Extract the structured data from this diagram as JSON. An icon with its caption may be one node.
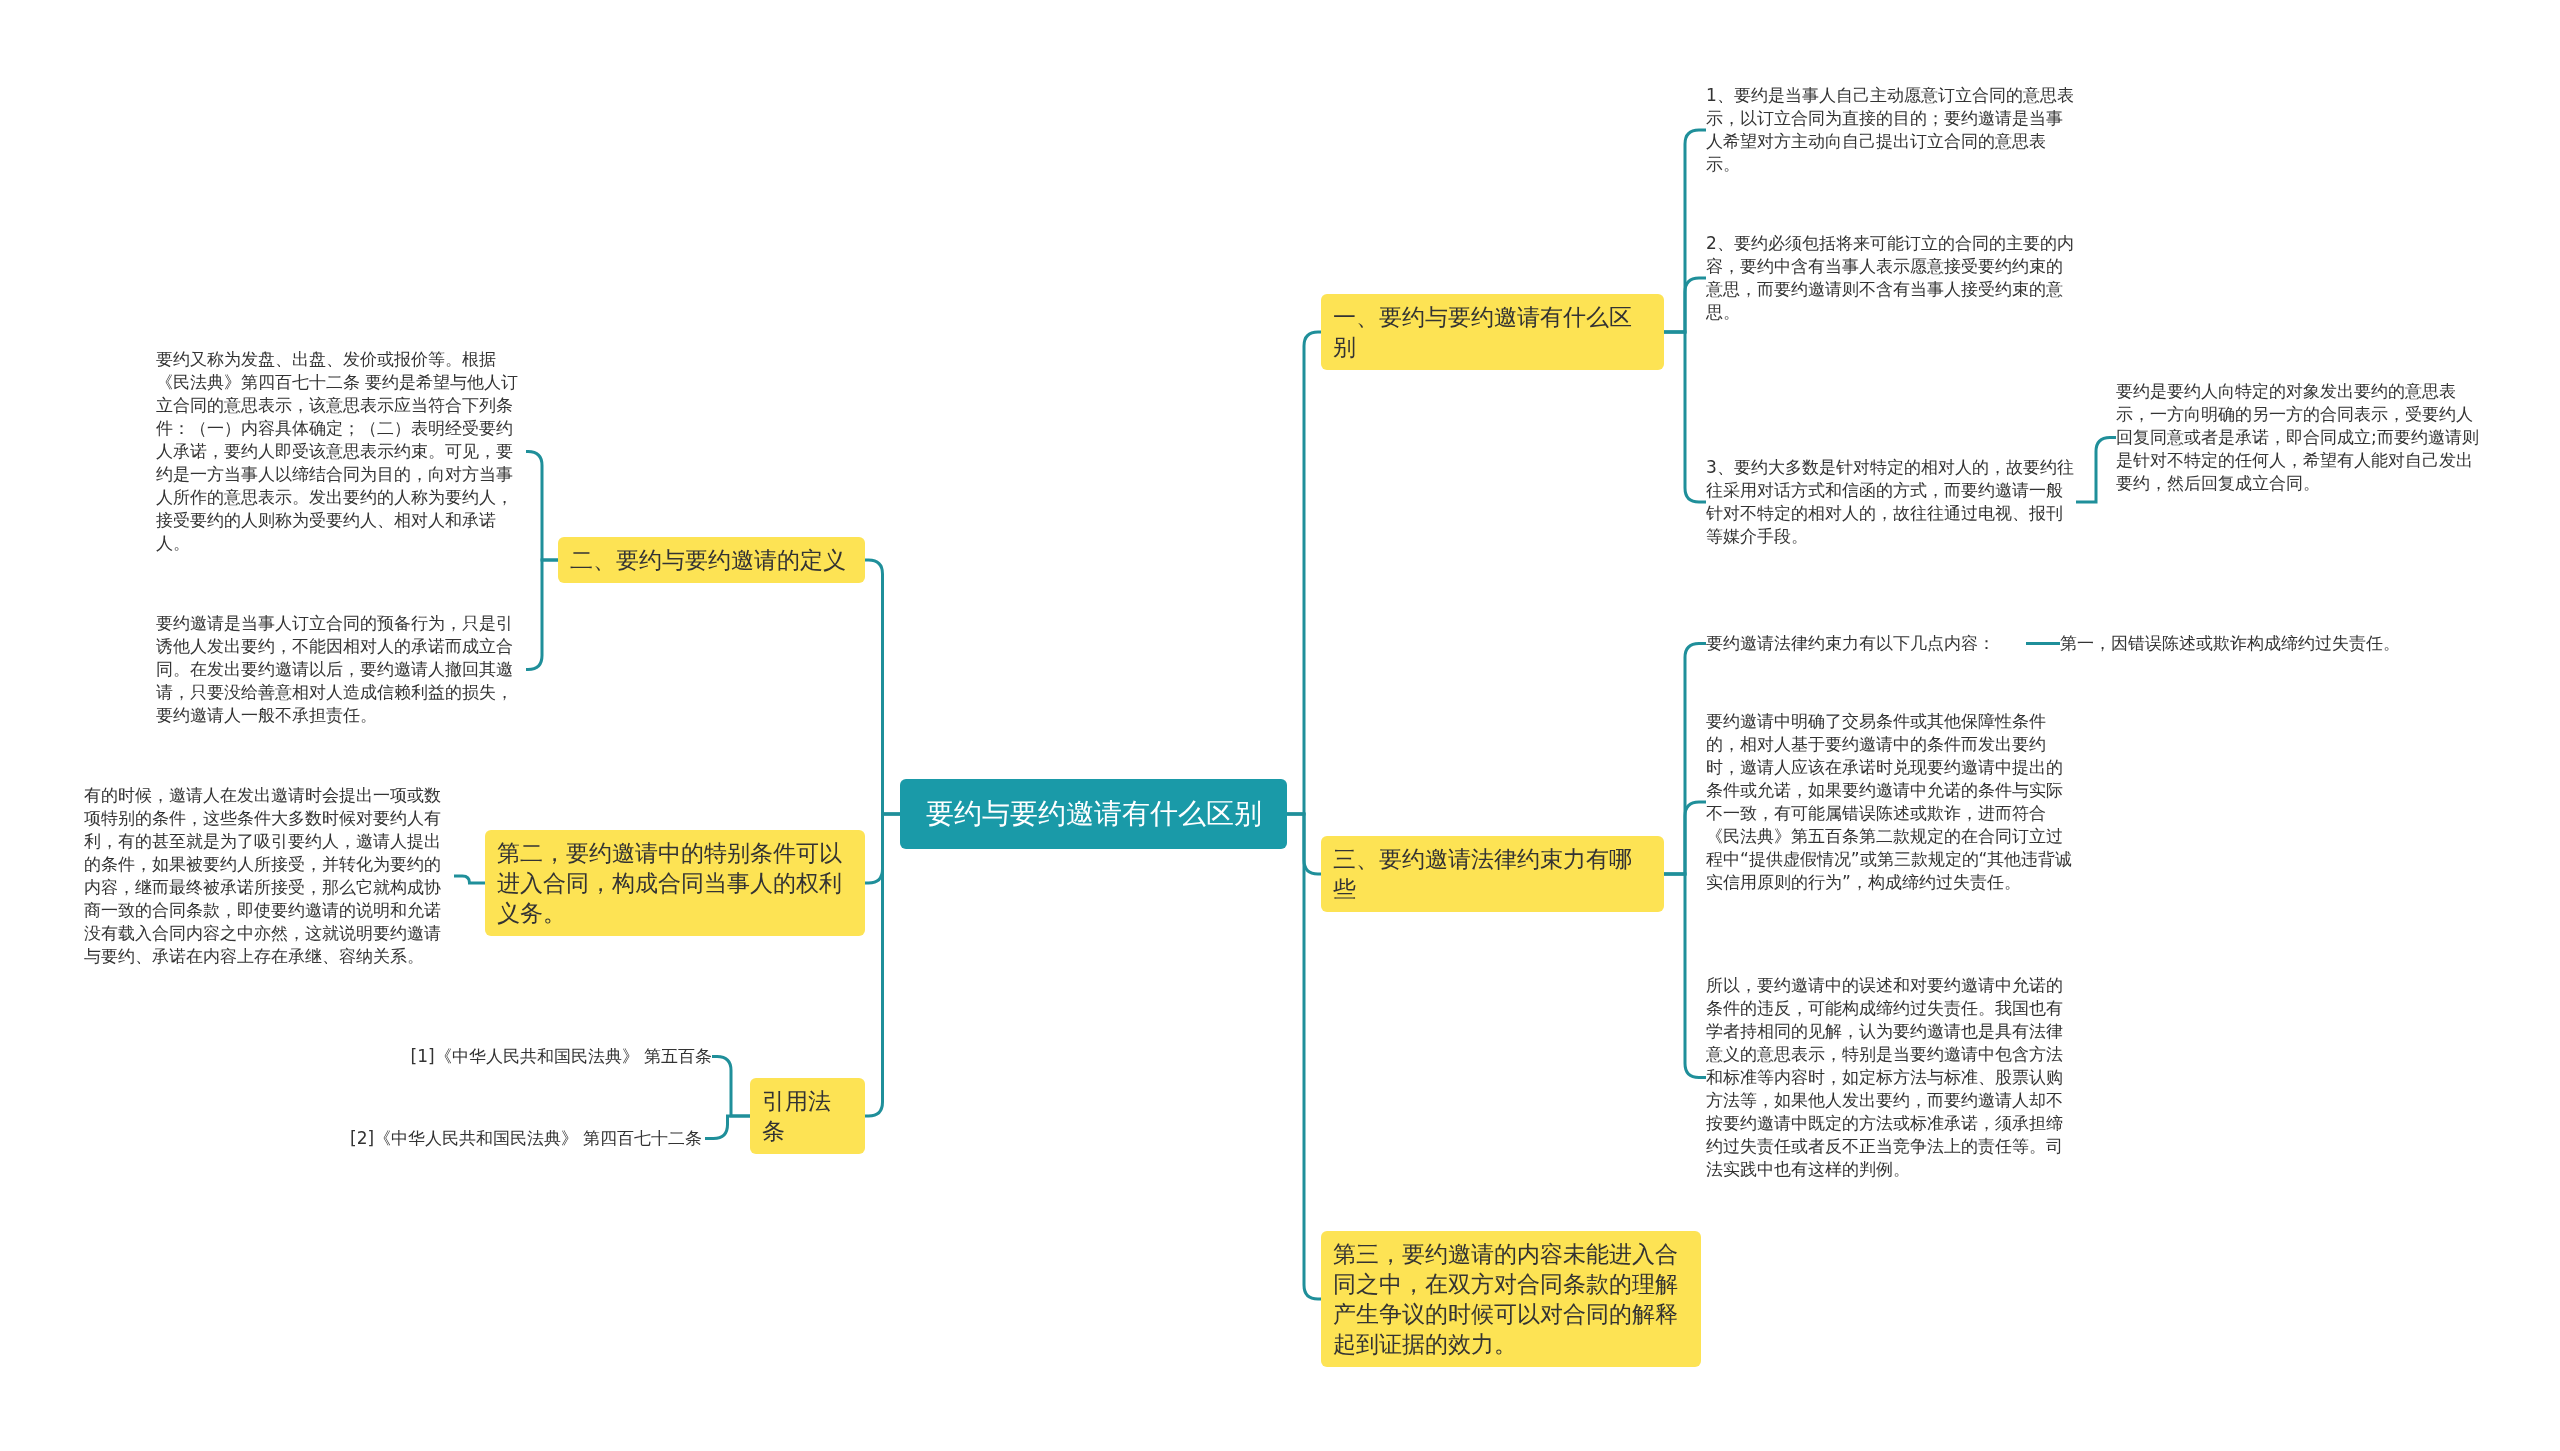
{
  "diagram": {
    "nodes": [
      {
        "text": [
          "要约与要约邀请有什么区别"
        ]
      },
      {
        "text": [
          "一、要约与要约邀请有什么区别"
        ]
      },
      {
        "text": [
          "1、要约是当事人自己主动愿意订立合同的意思表示，以订立合同为直接的目的；要约邀请是当事人希望对方主动向自己提出订立合同的意思表示。"
        ]
      },
      {
        "text": [
          "2、要约必须包括将来可能订立的合同的主要的内容，要约中含有当事人表示愿意接受要约约束的意思，而要约邀请则不含有当事人接受约束的意思。"
        ]
      },
      {
        "text": [
          "3、要约大多数是针对特定的相对人的，故要约往往采用对话方式和信函的方式，而要约邀请一般针对不特定的相对人的，故往往通过电视、报刊等媒介手段。"
        ]
      },
      {
        "text": [
          "要约是要约人向特定的对象发出要约的意思表示，一方向明确的另一方的合同表示，受要约人回复同意或者是承诺，即合同成立;而要约邀请则是针对不特定的任何人，希望有人能对自己发出要约，然后回复成立合同。"
        ]
      },
      {
        "text": [
          "三、要约邀请法律约束力有哪些"
        ]
      },
      {
        "text": [
          "要约邀请法律约束力有以下几点内容："
        ]
      },
      {
        "text": [
          "第一，因错误陈述或欺诈构成缔约过失责任。"
        ]
      },
      {
        "text": [
          "要约邀请中明确了交易条件或其他保障性条件的，相对人基于要约邀请中的条件而发出要约时，邀请人应该在承诺时兑现要约邀请中提出的条件或允诺，如果要约邀请中允诺的条件与实际不一致，有可能属错误陈述或欺诈，进而符合《民法典》第五百条第二款规定的在合同订立过程中“提供虚假情况”或第三款规定的“其他违背诚实信用原则的行为”，构成缔约过失责任。"
        ]
      },
      {
        "text": [
          "所以，要约邀请中的误述和对要约邀请中允诺的条件的违反，可能构成缔约过失责任。我国也有学者持相同的见解，认为要约邀请也是具有法律意义的意思表示，特别是当要约邀请中包含方法和标准等内容时，如定标方法与标准、股票认购方法等，如果他人发出要约，而要约邀请人却不按要约邀请中既定的方法或标准承诺，须承担缔约过失责任或者反不正当竞争法上的责任等。司法实践中也有这样的判例。"
        ]
      },
      {
        "text": [
          "第三，要约邀请的内容未能进入合同之中，在双方对合同条款的理解产生争议的时候可以对合同的解释起到证据的效力。"
        ]
      },
      {
        "text": [
          "二、要约与要约邀请的定义"
        ]
      },
      {
        "text": [
          "要约又称为发盘、出盘、发价或报价等。根据《民法典》第四百七十二条 要约是希望与他人订立合同的意思表示，该意思表示应当符合下列条件：（一）内容具体确定；（二）表明经受要约人承诺，要约人即受该意思表示约束。可见，要约是一方当事人以缔结合同为目的，向对方当事人所作的意思表示。发出要约的人称为要约人，接受要约的人则称为受要约人、相对人和承诺人。"
        ]
      },
      {
        "text": [
          "要约邀请是当事人订立合同的预备行为，只是引诱他人发出要约，不能因相对人的承诺而成立合同。在发出要约邀请以后，要约邀请人撤回其邀请，只要没给善意相对人造成信赖利益的损失，要约邀请人一般不承担责任。"
        ]
      },
      {
        "text": [
          "第二，要约邀请中的特别条件可以进入合同，构成合同当事人的权利义务。"
        ]
      },
      {
        "text": [
          "有的时候，邀请人在发出邀请时会提出一项或数项特别的条件，这些条件大多数时候对要约人有利，有的甚至就是为了吸引要约人，邀请人提出的条件，如果被要约人所接受，并转化为要约的内容，继而最终被承诺所接受，那么它就构成协商一致的合同条款，即使要约邀请的说明和允诺没有载入合同内容之中亦然，这就说明要约邀请与要约、承诺在内容上存在承继、容纳关系。"
        ]
      },
      {
        "text": [
          "引用法条"
        ]
      },
      {
        "text": [
          "[1]《中华人民共和国民法典》 第五百条"
        ]
      },
      {
        "text": [
          "[2]《中华人民共和国民法典》 第四百七十二条"
        ]
      }
    ],
    "edges": [
      {
        "from": 0,
        "to": 1,
        "arrow": "none"
      },
      {
        "from": 1,
        "to": 2,
        "arrow": "none"
      },
      {
        "from": 1,
        "to": 3,
        "arrow": "none"
      },
      {
        "from": 1,
        "to": 4,
        "arrow": "none"
      },
      {
        "from": 4,
        "to": 5,
        "arrow": "none"
      },
      {
        "from": 0,
        "to": 6,
        "arrow": "none"
      },
      {
        "from": 6,
        "to": 7,
        "arrow": "none"
      },
      {
        "from": 7,
        "to": 8,
        "arrow": "none"
      },
      {
        "from": 6,
        "to": 9,
        "arrow": "none"
      },
      {
        "from": 6,
        "to": 10,
        "arrow": "none"
      },
      {
        "from": 0,
        "to": 11,
        "arrow": "none"
      },
      {
        "from": 0,
        "to": 12,
        "arrow": "none"
      },
      {
        "from": 12,
        "to": 13,
        "arrow": "none"
      },
      {
        "from": 12,
        "to": 14,
        "arrow": "none"
      },
      {
        "from": 0,
        "to": 15,
        "arrow": "none"
      },
      {
        "from": 15,
        "to": 16,
        "arrow": "none"
      },
      {
        "from": 0,
        "to": 17,
        "arrow": "none"
      },
      {
        "from": 17,
        "to": 18,
        "arrow": "none"
      },
      {
        "from": 17,
        "to": 19,
        "arrow": "none"
      }
    ]
  }
}
